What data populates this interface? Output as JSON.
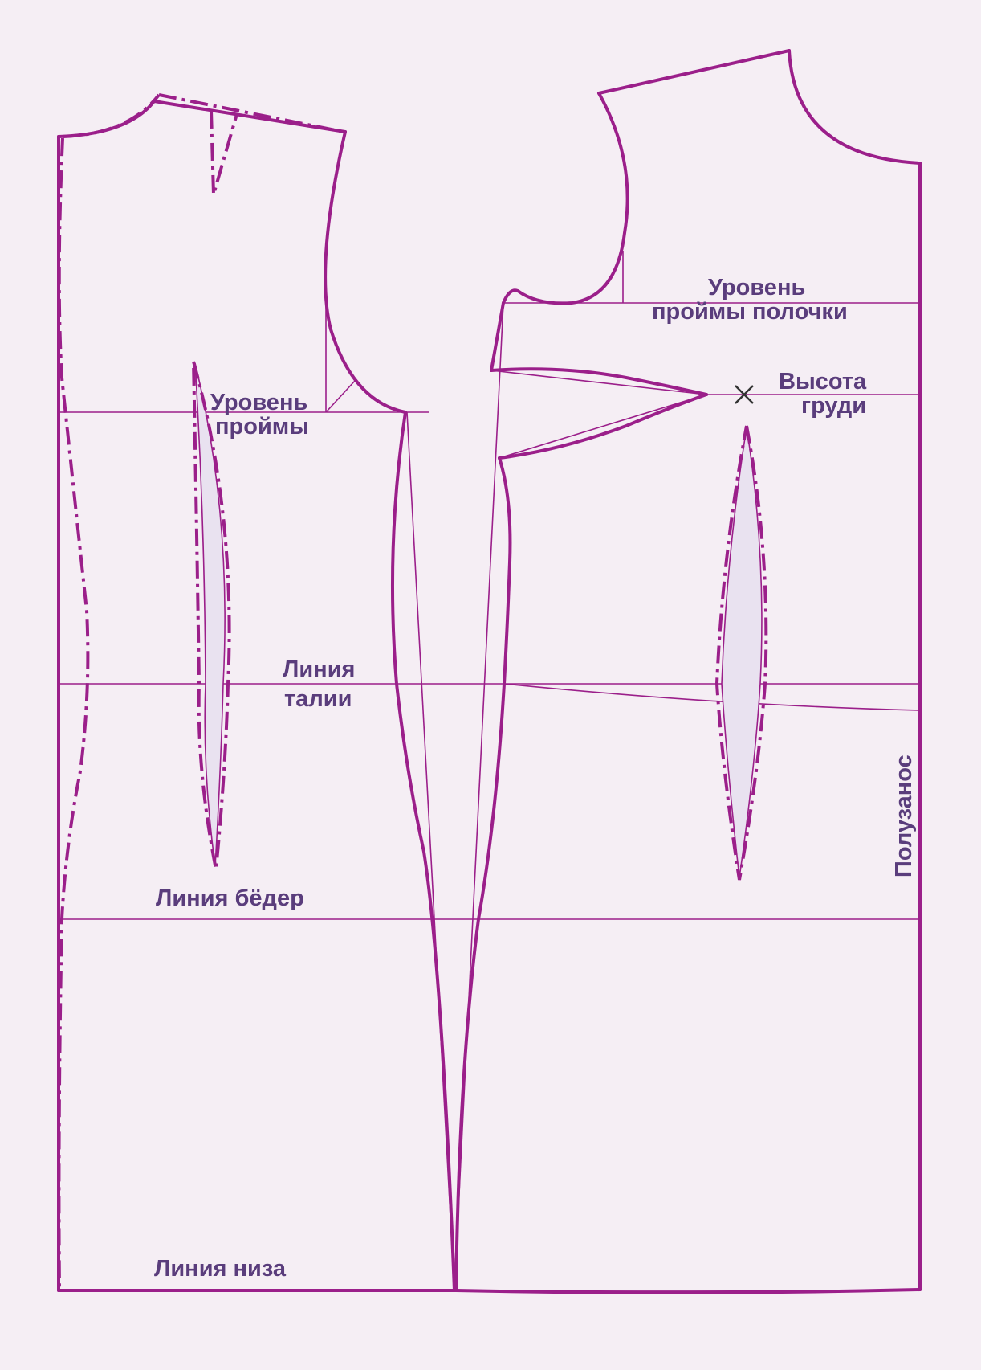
{
  "labels": {
    "armhole_level": [
      "Уровень",
      "проймы"
    ],
    "front_armhole_level": [
      "Уровень",
      "проймы полочки"
    ],
    "bust_height": [
      "Высота",
      "груди"
    ],
    "waist_line": [
      "Линия",
      "талии"
    ],
    "hip_line": "Линия бёдер",
    "hem_line": "Линия низа",
    "half_wrap": "Полузанос"
  },
  "colors": {
    "line": "#9b1f8a",
    "label": "#5a3d7c",
    "background": "#f5eef4",
    "dart_fill": "#e9e2f0"
  }
}
